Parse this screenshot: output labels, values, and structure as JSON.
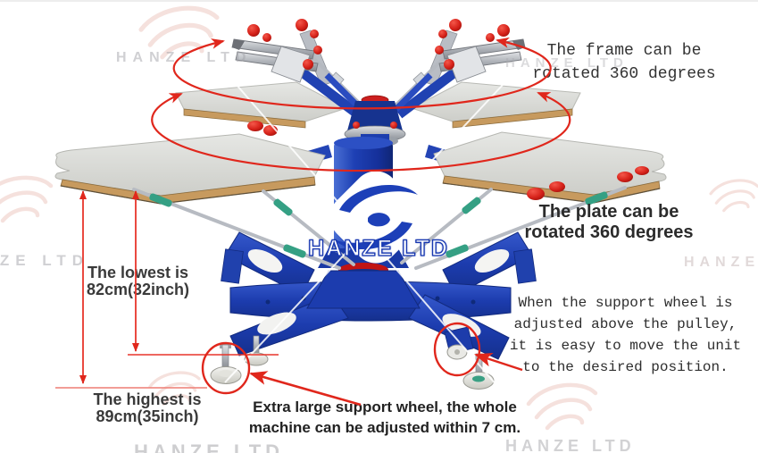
{
  "brand": {
    "watermark": "HANZE LTD"
  },
  "logo": {
    "wordmark": "HANZE LTD"
  },
  "callouts": {
    "frame": [
      "The frame can be",
      "rotated 360 degrees"
    ],
    "plate": [
      "The plate can be",
      "rotated 360 degrees"
    ],
    "support_wheel": [
      "When the support wheel is",
      "adjusted above the pulley,",
      "it is easy to move the unit",
      "to the desired position."
    ],
    "lowest_height": [
      "The lowest is",
      "82cm(32inch)"
    ],
    "highest_height": [
      "The highest is",
      "89cm(35inch)"
    ],
    "caster_note": [
      "Extra large support wheel, the whole",
      "machine can be adjusted within 7 cm."
    ]
  },
  "annotation_shapes": [
    "rotation-arrow",
    "dimension-line",
    "highlight-circle",
    "pointer-arrow"
  ],
  "colors": {
    "machine_blue": "#1c3cae",
    "annotation_red": "#e0271c",
    "platen_gray": "#d8d9d5",
    "platen_wood": "#c79a5e",
    "knob_red": "#cc1f1f",
    "grip_green": "#35a084",
    "logo_blue": "#1d40b8",
    "watermark_gray": "#aaaaaa"
  }
}
